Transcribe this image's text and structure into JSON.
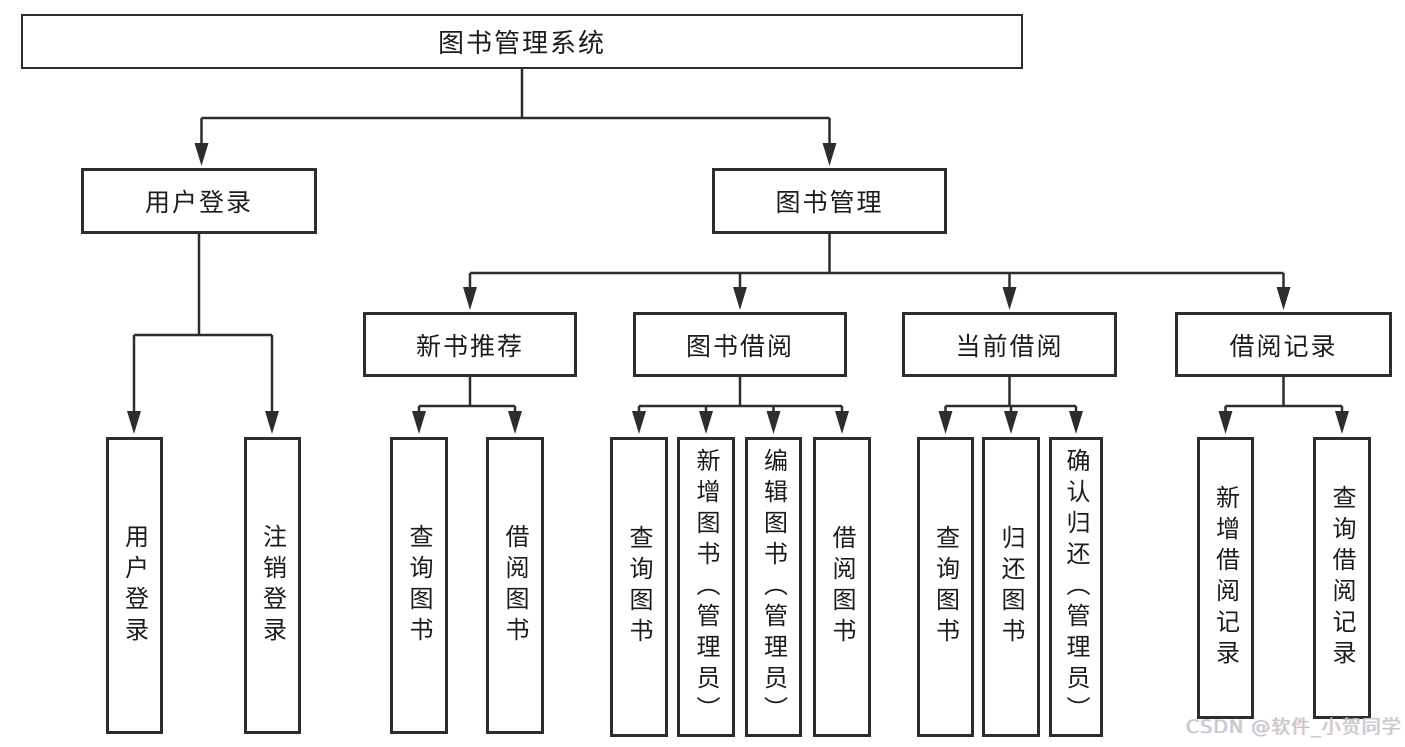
{
  "colors": {
    "line": "#2d2d2d",
    "text": "#1c1c1c",
    "watermark": "#c7c7c7",
    "bg": "#ffffff"
  },
  "watermark": {
    "text": "CSDN @软件_小贺同学"
  },
  "tree": {
    "root": {
      "label": "图书管理系统",
      "children": [
        {
          "label": "用户登录",
          "children": [
            {
              "label": "用户登录"
            },
            {
              "label": "注销登录"
            }
          ]
        },
        {
          "label": "图书管理",
          "children": [
            {
              "label": "新书推荐",
              "children": [
                {
                  "label": "查询图书"
                },
                {
                  "label": "借阅图书"
                }
              ]
            },
            {
              "label": "图书借阅",
              "children": [
                {
                  "label": "查询图书"
                },
                {
                  "label": "新增图书（管理员）"
                },
                {
                  "label": "编辑图书（管理员）"
                },
                {
                  "label": "借阅图书"
                }
              ]
            },
            {
              "label": "当前借阅",
              "children": [
                {
                  "label": "查询图书"
                },
                {
                  "label": "归还图书"
                },
                {
                  "label": "确认归还（管理员）"
                }
              ]
            },
            {
              "label": "借阅记录",
              "children": [
                {
                  "label": "新增借阅记录"
                },
                {
                  "label": "查询借阅记录"
                }
              ]
            }
          ]
        }
      ]
    }
  }
}
